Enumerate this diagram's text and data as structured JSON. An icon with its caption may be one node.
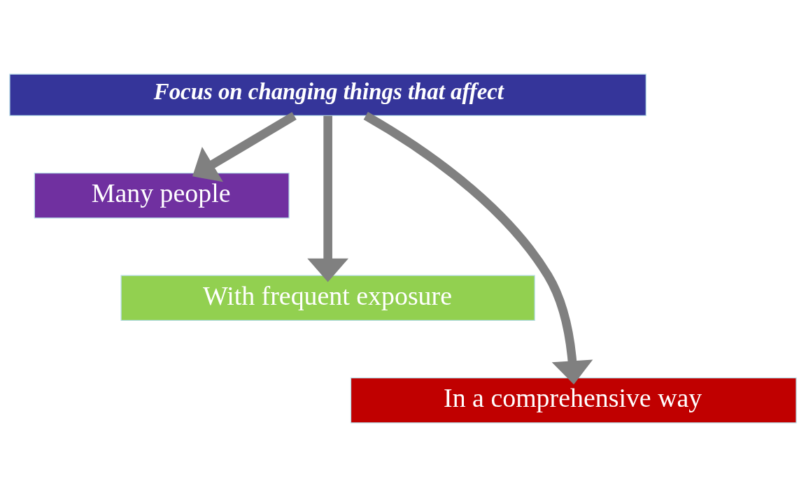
{
  "diagram": {
    "nodes": [
      {
        "text": [
          "Focus on changing things that affect"
        ]
      },
      {
        "text": [
          "Many people"
        ]
      },
      {
        "text": [
          "With frequent exposure"
        ]
      },
      {
        "text": [
          "In a comprehensive way"
        ]
      }
    ],
    "edges": [
      {
        "from": 0,
        "to": 1,
        "arrow": "to"
      },
      {
        "from": 0,
        "to": 2,
        "arrow": "to"
      },
      {
        "from": 0,
        "to": 3,
        "arrow": "to"
      }
    ]
  }
}
